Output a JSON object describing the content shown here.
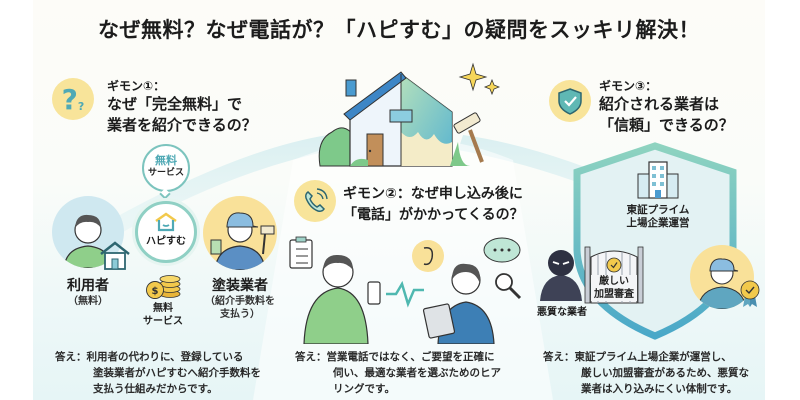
{
  "title": "なぜ無料？なぜ電話が？「ハピすむ」の疑問をスッキリ解決！",
  "colors": {
    "accent_teal": "#4fb8b0",
    "accent_yellow": "#f8e49a",
    "shield_teal": "#5fc0b4",
    "dark_text": "#1c1c1c"
  },
  "question1": {
    "icon": "question-mark-icon",
    "label": "ギモン①：",
    "line1": "なぜ「完全無料」で",
    "line2": "業者を紹介できるの？",
    "user": {
      "label": "利用者",
      "sub": "（無料）"
    },
    "hub": {
      "bubble_top": "無料",
      "bubble_bottom": "サービス",
      "label": "ハピすむ"
    },
    "coins": {
      "line1": "無料",
      "line2": "サービス"
    },
    "painter": {
      "label": "塗装業者",
      "sub1": "（紹介手数料を",
      "sub2": "支払う）"
    },
    "answer": {
      "prefix": "答え：",
      "line1": "利用者の代わりに、登録している",
      "line2": "塗装業者がハピすむへ紹介手数料を",
      "line3": "支払う仕組みだからです。"
    }
  },
  "question2": {
    "icon": "phone-icon",
    "line1": "ギモン②：なぜ申し込み後に",
    "line2": "「電話」がかかってくるの？",
    "answer": {
      "prefix": "答え：",
      "line1": "営業電話ではなく、ご要望を正確に",
      "line2": "伺い、最適な業者を選ぶためのヒア",
      "line3": "リングです。"
    }
  },
  "question3": {
    "icon": "shield-check-icon",
    "label": "ギモン③：",
    "line1": "紹介される業者は",
    "line2": "「信頼」できるの？",
    "building": {
      "line1": "東証プライム",
      "line2": "上場企業運営"
    },
    "gate": {
      "line1": "厳しい",
      "line2": "加盟審査"
    },
    "bad_actor": "悪質な業者",
    "answer": {
      "prefix": "答え：",
      "line1": "東証プライム上場企業が運営し、",
      "line2": "厳しい加盟審査があるため、悪質な",
      "line3": "業者は入り込みにくい体制です。"
    }
  }
}
